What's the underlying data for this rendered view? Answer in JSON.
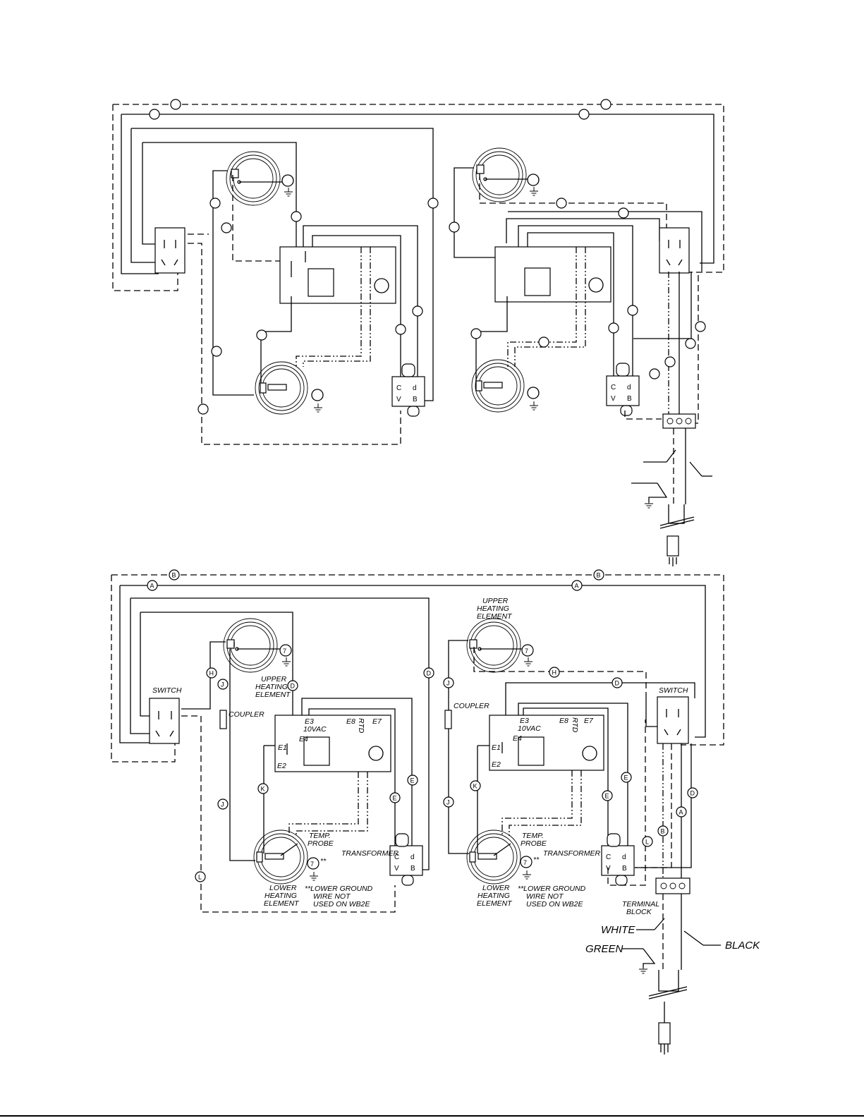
{
  "labels": {
    "switch": "SWITCH",
    "upper_heating_element": [
      "UPPER",
      "HEATING",
      "ELEMENT"
    ],
    "lower_heating_element": [
      "LOWER",
      "HEATING",
      "ELEMENT"
    ],
    "coupler": "COUPLER",
    "temp_probe": [
      "TEMP.",
      "PROBE"
    ],
    "transformer": "TRANSFORMER",
    "ground_note": [
      "**LOWER GROUND",
      "WIRE NOT",
      "USED ON WB2E"
    ],
    "terminal_block": [
      "TERMINAL",
      "BLOCK"
    ],
    "white": "WHITE",
    "green": "GREEN",
    "black": "BLACK",
    "ground_ref": "7",
    "stars": "**"
  },
  "controller": {
    "e1": "E1",
    "e2": "E2",
    "e3": "E3",
    "e4": "E4",
    "e7": "E7",
    "e8": "E8",
    "vac": "10VAC",
    "rtd": "RTD"
  },
  "wire_letters": {
    "a": "A",
    "b": "B",
    "d": "D",
    "e": "E",
    "h": "H",
    "j": "J",
    "k": "K",
    "l": "L"
  }
}
